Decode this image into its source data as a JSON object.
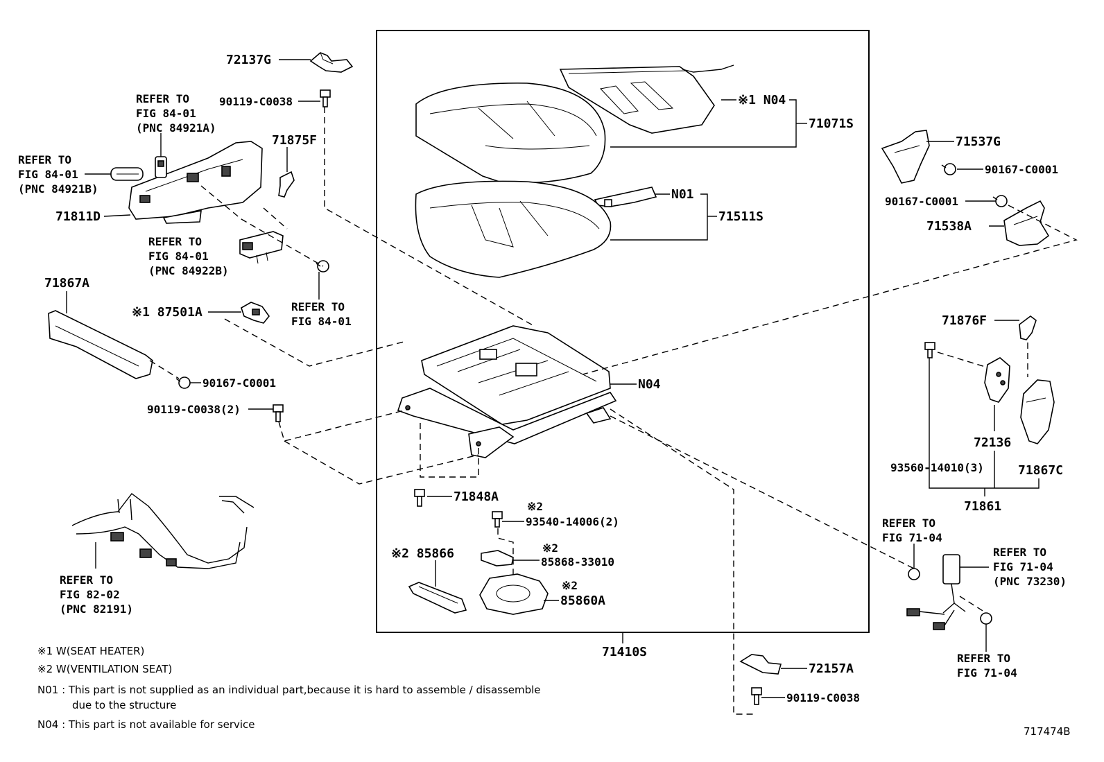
{
  "callouts": [
    {
      "key": "c72137G",
      "text": "72137G"
    },
    {
      "key": "c90119a",
      "text": "90119-C0038"
    },
    {
      "key": "cRefer84921A",
      "text": "REFER TO"
    },
    {
      "key": "cRefer84921A_2",
      "text": "FIG 84-01"
    },
    {
      "key": "cRefer84921A_3",
      "text": "(PNC 84921A)"
    },
    {
      "key": "cRefer84921B",
      "text": "REFER TO"
    },
    {
      "key": "cRefer84921B_2",
      "text": "FIG 84-01"
    },
    {
      "key": "cRefer84921B_3",
      "text": "(PNC 84921B)"
    },
    {
      "key": "c71875F",
      "text": "71875F"
    },
    {
      "key": "c71811D",
      "text": "71811D"
    },
    {
      "key": "cRefer84922B",
      "text": "REFER TO"
    },
    {
      "key": "cRefer84922B_2",
      "text": "FIG 84-01"
    },
    {
      "key": "cRefer84922B_3",
      "text": "(PNC 84922B)"
    },
    {
      "key": "cRefer8401",
      "text": "REFER TO"
    },
    {
      "key": "cRefer8401_2",
      "text": "FIG 84-01"
    },
    {
      "key": "c71867A",
      "text": "71867A"
    },
    {
      "key": "c87501A",
      "text": "※1 87501A"
    },
    {
      "key": "c90167a",
      "text": "90167-C0001"
    },
    {
      "key": "c90119b",
      "text": "90119-C0038(2)"
    },
    {
      "key": "cRefer82191",
      "text": "REFER TO"
    },
    {
      "key": "cRefer82191_2",
      "text": "FIG 82-02"
    },
    {
      "key": "cRefer82191_3",
      "text": "(PNC 82191)"
    },
    {
      "key": "cN04a",
      "text": "※1 N04"
    },
    {
      "key": "c71071S",
      "text": "71071S"
    },
    {
      "key": "cN01",
      "text": "N01"
    },
    {
      "key": "c71511S",
      "text": "71511S"
    },
    {
      "key": "cN04b",
      "text": "N04"
    },
    {
      "key": "c71848A",
      "text": "71848A"
    },
    {
      "key": "c93540mark",
      "text": "※2"
    },
    {
      "key": "c93540",
      "text": "93540-14006(2)"
    },
    {
      "key": "c85868mark",
      "text": "※2"
    },
    {
      "key": "c85868",
      "text": "85868-33010"
    },
    {
      "key": "c85866",
      "text": "※2 85866"
    },
    {
      "key": "c85860mark",
      "text": "※2"
    },
    {
      "key": "c85860A",
      "text": "85860A"
    },
    {
      "key": "c71410S",
      "text": "71410S"
    },
    {
      "key": "c72157A",
      "text": "72157A"
    },
    {
      "key": "c90119c",
      "text": "90119-C0038"
    },
    {
      "key": "c71537G",
      "text": "71537G"
    },
    {
      "key": "c90167b",
      "text": "90167-C0001"
    },
    {
      "key": "c90167c",
      "text": "90167-C0001"
    },
    {
      "key": "c71538A",
      "text": "71538A"
    },
    {
      "key": "c71876F",
      "text": "71876F"
    },
    {
      "key": "c72136",
      "text": "72136"
    },
    {
      "key": "c93560",
      "text": "93560-14010(3)"
    },
    {
      "key": "c71867C",
      "text": "71867C"
    },
    {
      "key": "c71861",
      "text": "71861"
    },
    {
      "key": "cRefer7104a",
      "text": "REFER TO"
    },
    {
      "key": "cRefer7104a_2",
      "text": "FIG 71-04"
    },
    {
      "key": "cRefer73230",
      "text": "REFER TO"
    },
    {
      "key": "cRefer73230_2",
      "text": "FIG 71-04"
    },
    {
      "key": "cRefer73230_3",
      "text": "(PNC 73230)"
    },
    {
      "key": "cRefer7104b",
      "text": "REFER TO"
    },
    {
      "key": "cRefer7104b_2",
      "text": "FIG 71-04"
    }
  ],
  "notes": {
    "n1": "※1  W(SEAT HEATER)",
    "n2": "※2  W(VENTILATION SEAT)",
    "n3": "N01 : This part is not supplied as an individual part,because it is hard to assemble / disassemble",
    "n4": "due to the structure",
    "n5": "N04 : This part is not available for service"
  },
  "figure_id": "717474B"
}
